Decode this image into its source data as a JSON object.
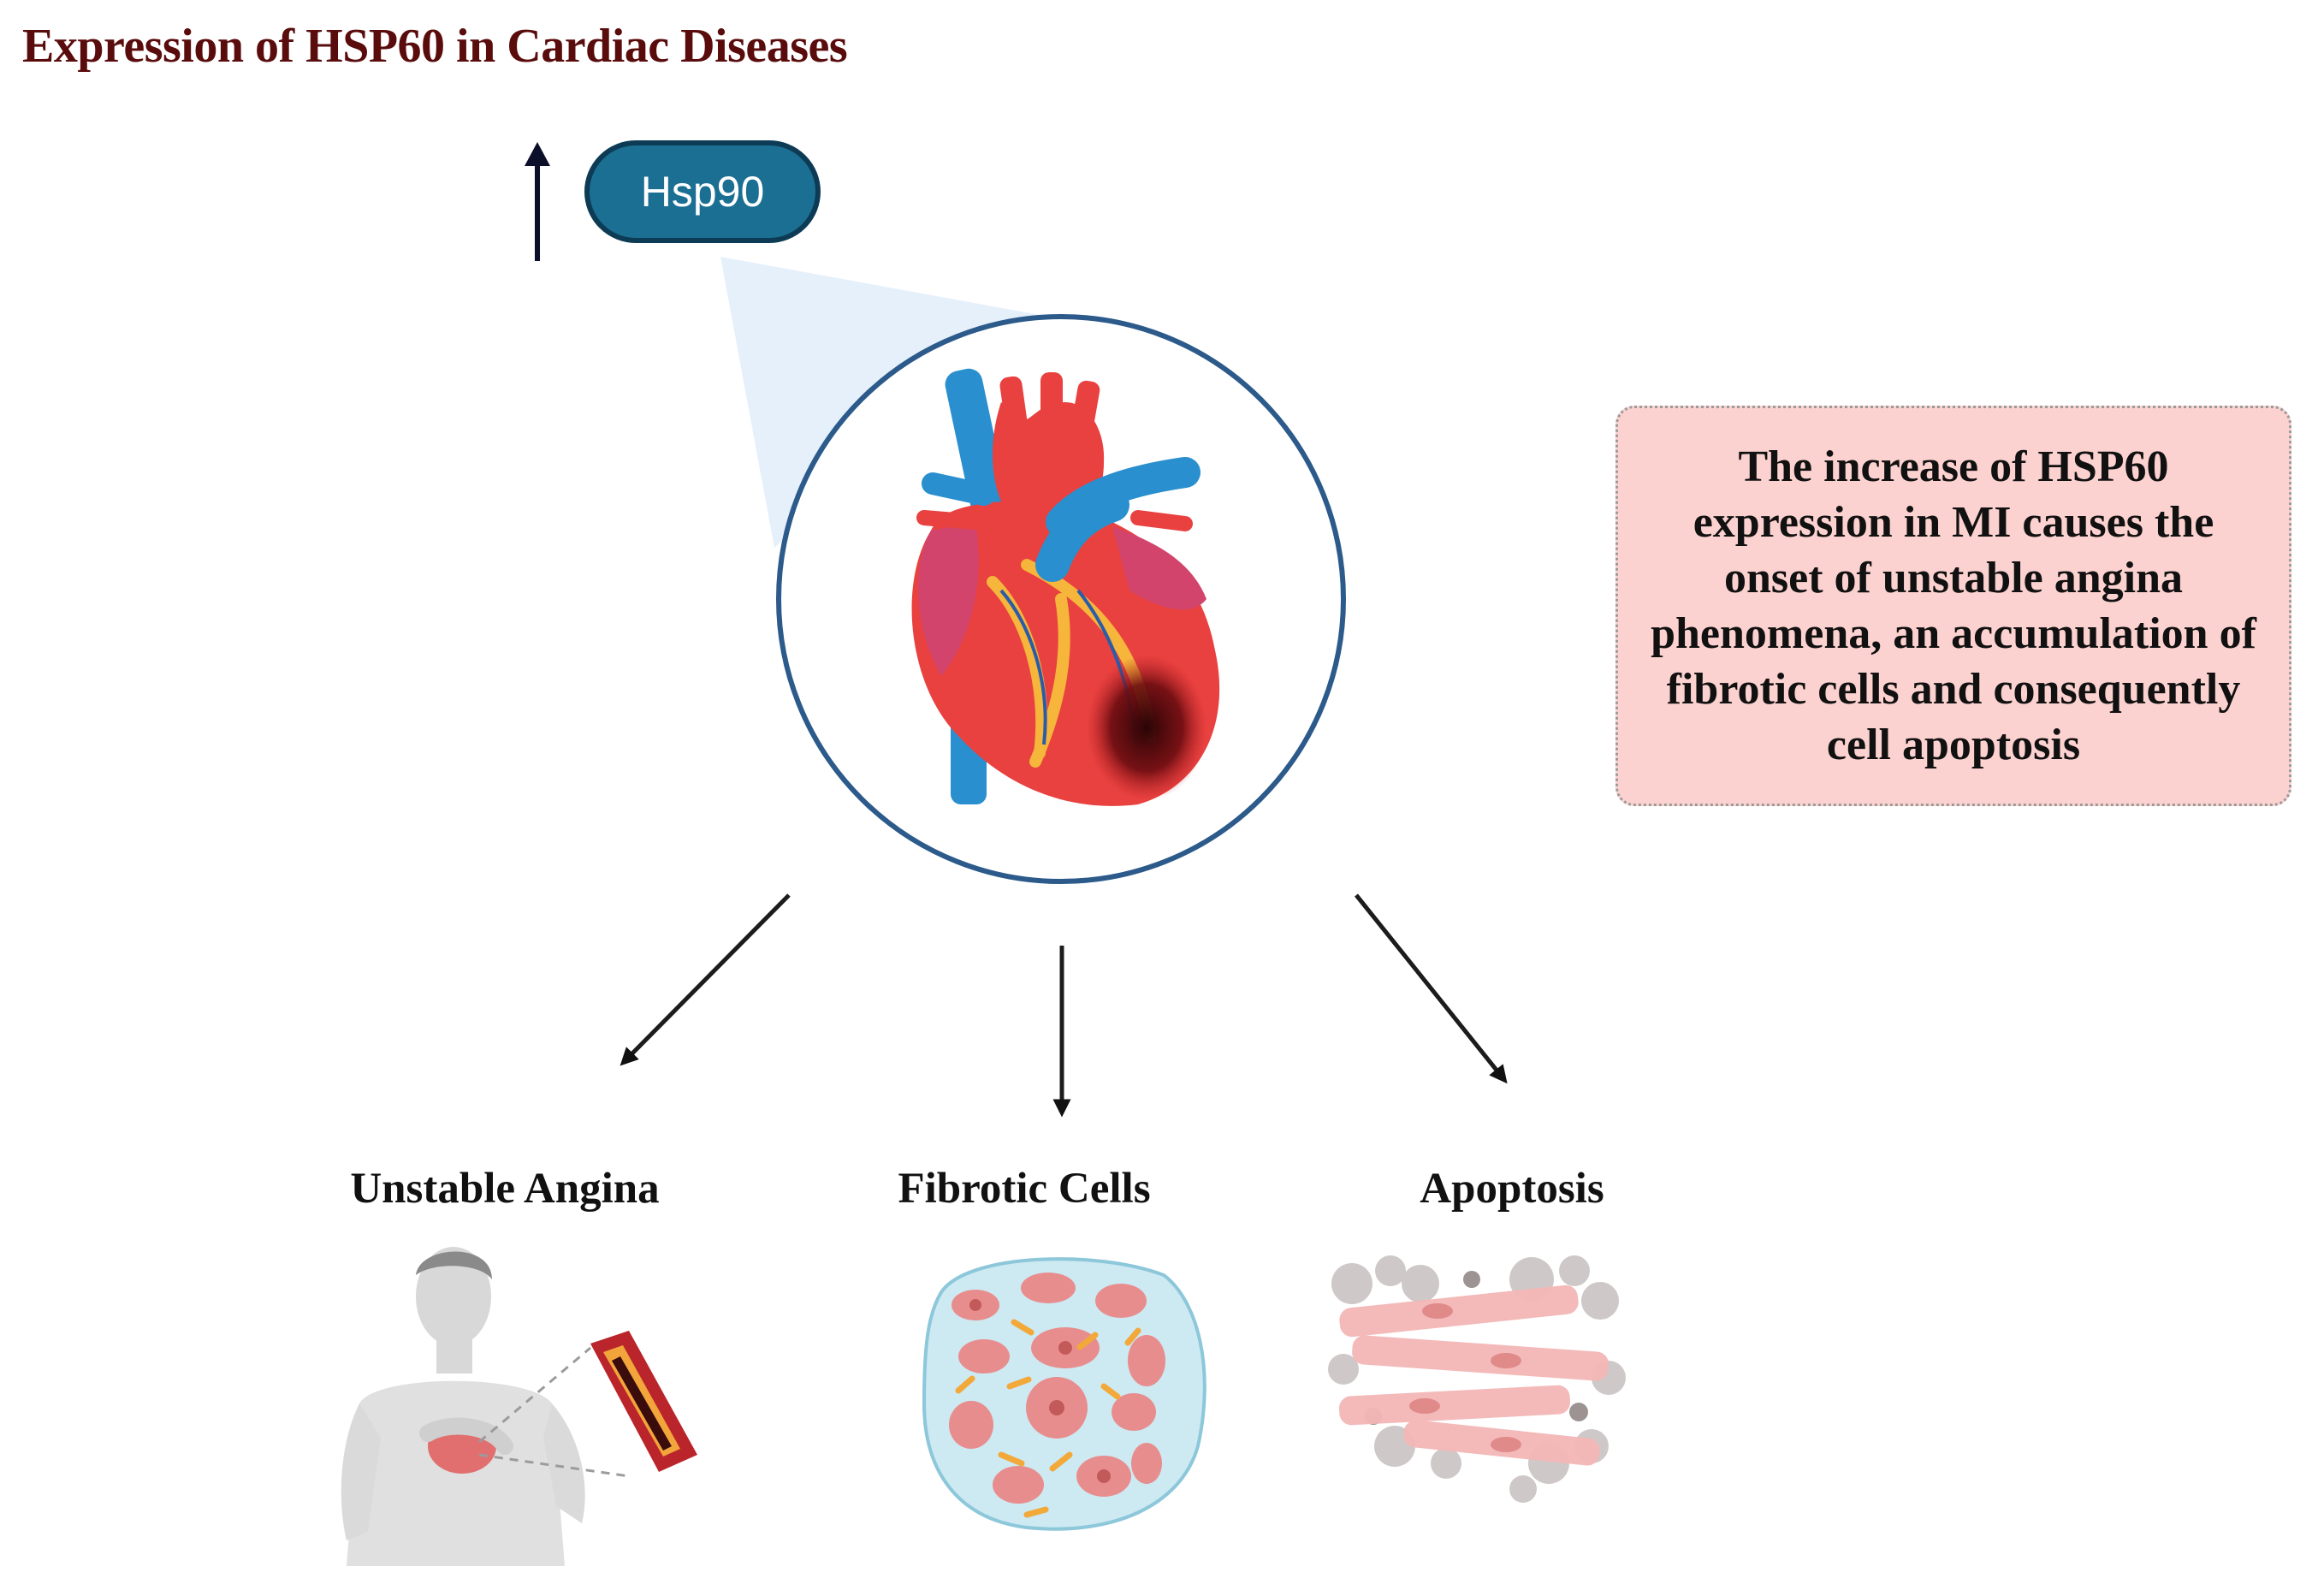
{
  "title": "Expression of HSP60 in Cardiac Diseases",
  "marker": {
    "label": "Hsp90",
    "trend": "up-arrow-icon"
  },
  "description": "The increase of HSP60 expression in MI causes the onset of unstable angina phenomena, an accumulation of fibrotic cells and consequently cell apoptosis",
  "outcomes": [
    {
      "label": "Unstable Angina",
      "icon": "person-with-plaqued-artery-icon"
    },
    {
      "label": "Fibrotic Cells",
      "icon": "fibrotic-tissue-icon"
    },
    {
      "label": "Apoptosis",
      "icon": "apoptotic-cells-icon"
    }
  ],
  "colors": {
    "title": "#5a0c0c",
    "pill": "#1b6f93",
    "circle": "#2c5a8a",
    "infobox": "#fcd2d0",
    "arrows": "#222222"
  }
}
